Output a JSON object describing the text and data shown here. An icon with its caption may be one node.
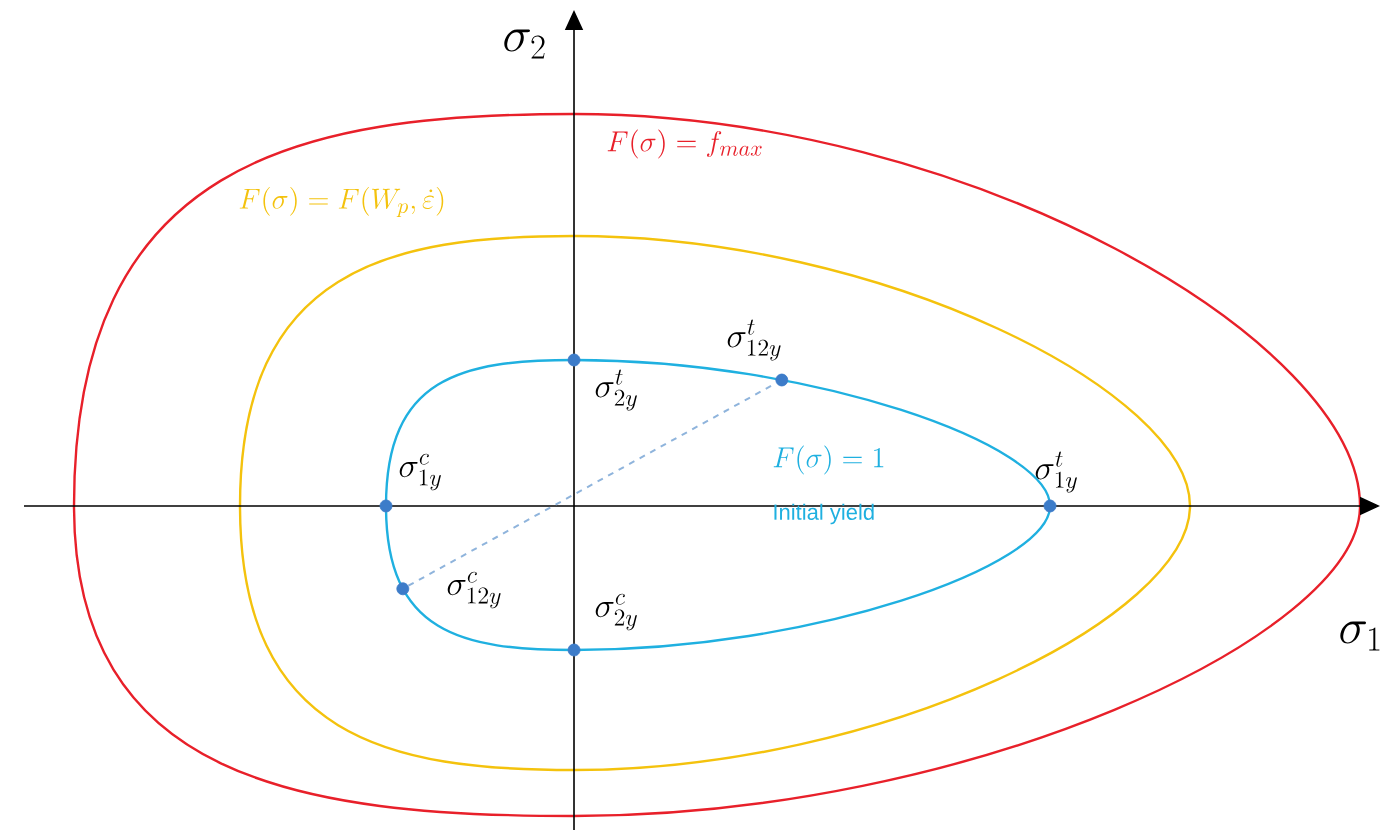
{
  "diagram": {
    "nodes": [
      {
        "text": [],
        "shape": "circle",
        "beside": [
          "\\sigma^t_{2y}"
        ]
      },
      {
        "text": [],
        "shape": "circle",
        "beside": [
          "\\sigma^t_{12y}"
        ]
      },
      {
        "text": [],
        "shape": "circle",
        "beside": [
          "\\sigma^c_{1y}"
        ]
      },
      {
        "text": [],
        "shape": "circle",
        "beside": [
          "\\sigma^t_{1y}"
        ]
      },
      {
        "text": [],
        "shape": "circle",
        "beside": [
          "\\sigma^c_{12y}"
        ]
      },
      {
        "text": [],
        "shape": "circle",
        "beside": [
          "\\sigma^c_{2y}"
        ]
      }
    ],
    "edges": [
      {
        "from": 4,
        "to": 1,
        "arrow": "none",
        "style": "dashed"
      }
    ],
    "labels": [
      "\\sigma_2",
      "F(\\sigma) = f_{max}",
      "F(\\sigma) = F(W_p, \\dot{\\varepsilon})",
      "F(\\sigma) = 1",
      "Initial yield",
      "\\sigma_1"
    ]
  }
}
